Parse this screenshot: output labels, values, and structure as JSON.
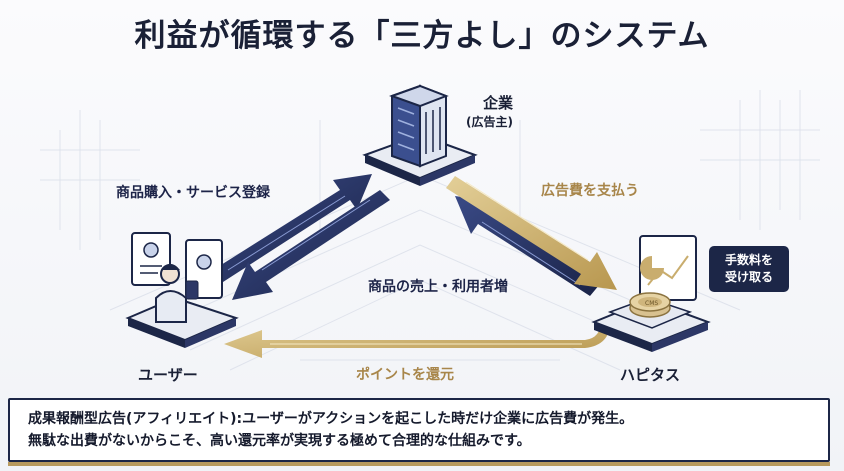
{
  "title": "利益が循環する「三方よし」のシステム",
  "nodes": {
    "company": {
      "name": "企業",
      "sub": "(広告主)"
    },
    "user": {
      "name": "ユーザー"
    },
    "hapitas": {
      "name": "ハピタス"
    }
  },
  "flows": {
    "purchase": "商品購入・サービス登録",
    "ad_fee": "広告費を支払う",
    "sales": "商品の売上・利用者増",
    "points": "ポイントを還元"
  },
  "badge": {
    "line1": "手数料を",
    "line2": "受け取る"
  },
  "coin_text": "CMS",
  "footer": {
    "line1": "成果報酬型広告(アフィリエイト):ユーザーがアクションを起こした時だけ企業に広告費が発生。",
    "line2": "無駄な出費がないからこそ、高い還元率が実現する極めて合理的な仕組みです。"
  },
  "colors": {
    "navy": "#1c2647",
    "gold": "#c9ad6e",
    "gold_text": "#a8864a"
  }
}
